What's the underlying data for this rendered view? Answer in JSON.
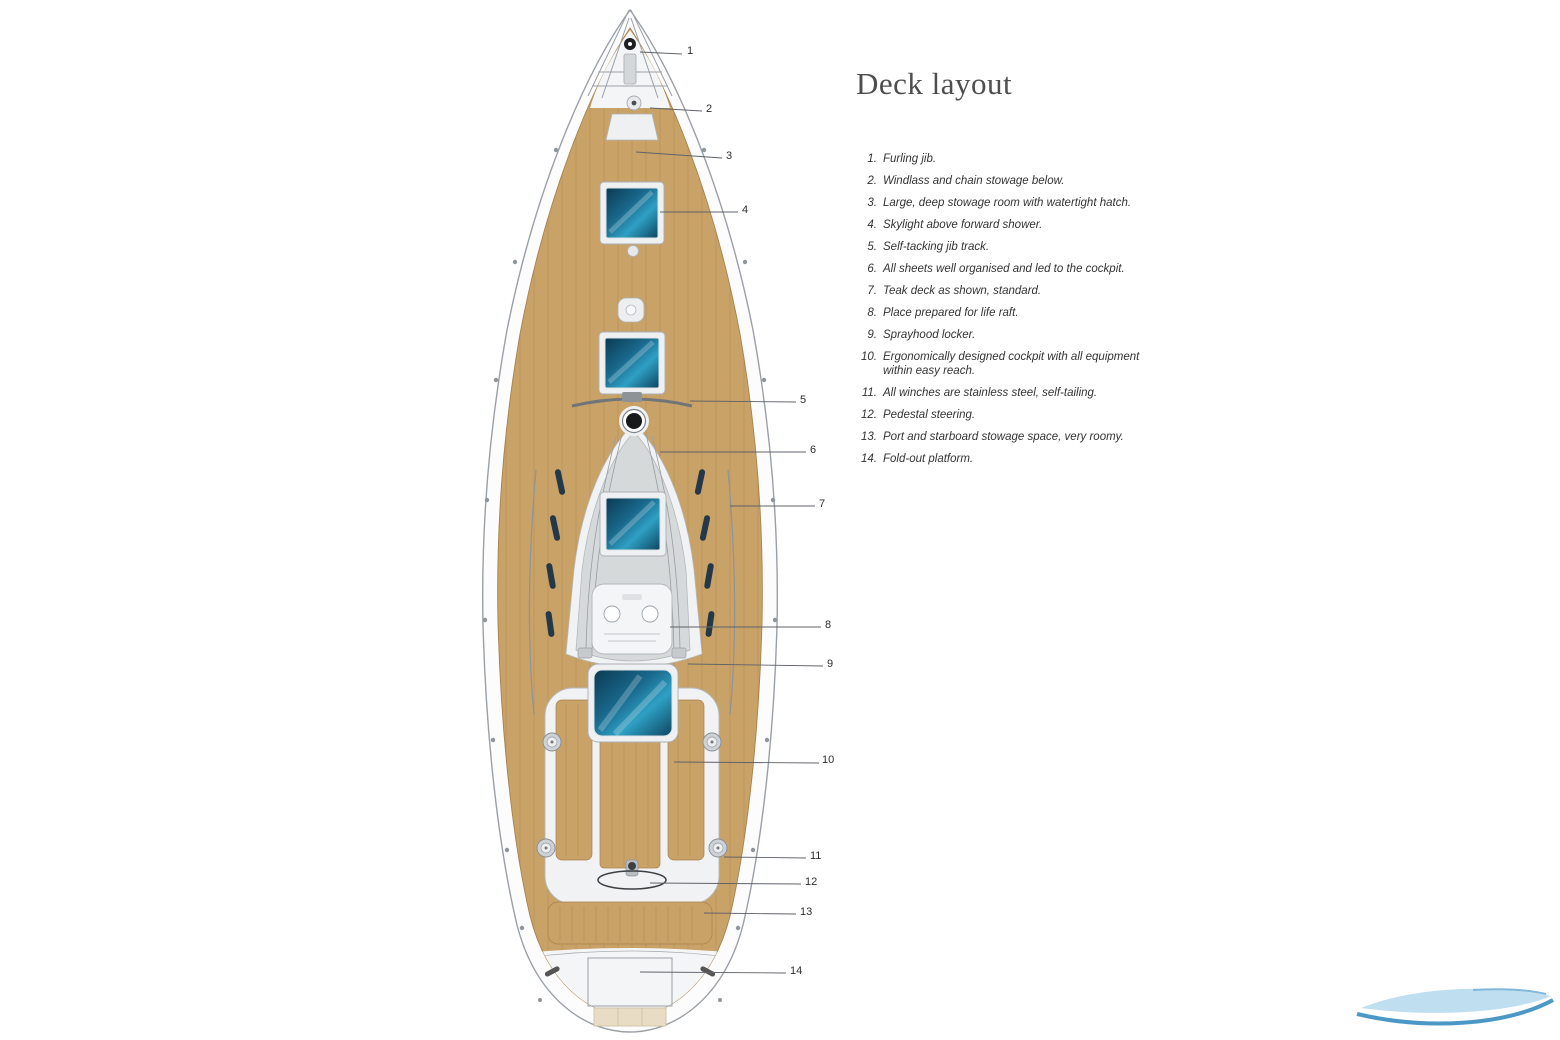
{
  "title": "Deck layout",
  "legend": {
    "items": [
      {
        "num": "1.",
        "text": "Furling jib."
      },
      {
        "num": "2.",
        "text": "Windlass and chain stowage below."
      },
      {
        "num": "3.",
        "text": "Large, deep stowage room with watertight hatch."
      },
      {
        "num": "4.",
        "text": "Skylight above forward shower."
      },
      {
        "num": "5.",
        "text": "Self-tacking jib track."
      },
      {
        "num": "6.",
        "text": "All sheets well organised and led to the cockpit."
      },
      {
        "num": "7.",
        "text": "Teak deck as shown, standard."
      },
      {
        "num": "8.",
        "text": "Place prepared for life raft."
      },
      {
        "num": "9.",
        "text": "Sprayhood locker."
      },
      {
        "num": "10.",
        "text": "Ergonomically designed cockpit with all equipment within easy reach."
      },
      {
        "num": "11.",
        "text": "All winches are stainless steel, self-tailing."
      },
      {
        "num": "12.",
        "text": "Pedestal steering."
      },
      {
        "num": "13.",
        "text": "Port and starboard stowage space, very roomy."
      },
      {
        "num": "14.",
        "text": "Fold-out platform."
      }
    ]
  },
  "callouts": [
    "1",
    "2",
    "3",
    "4",
    "5",
    "6",
    "7",
    "8",
    "9",
    "10",
    "11",
    "12",
    "13",
    "14"
  ],
  "colors": {
    "teak": "#c9a268",
    "hatch_glass": "#19688c",
    "coachroof_gray": "#d6d9da",
    "watermark_blue": "#2c86bd"
  }
}
